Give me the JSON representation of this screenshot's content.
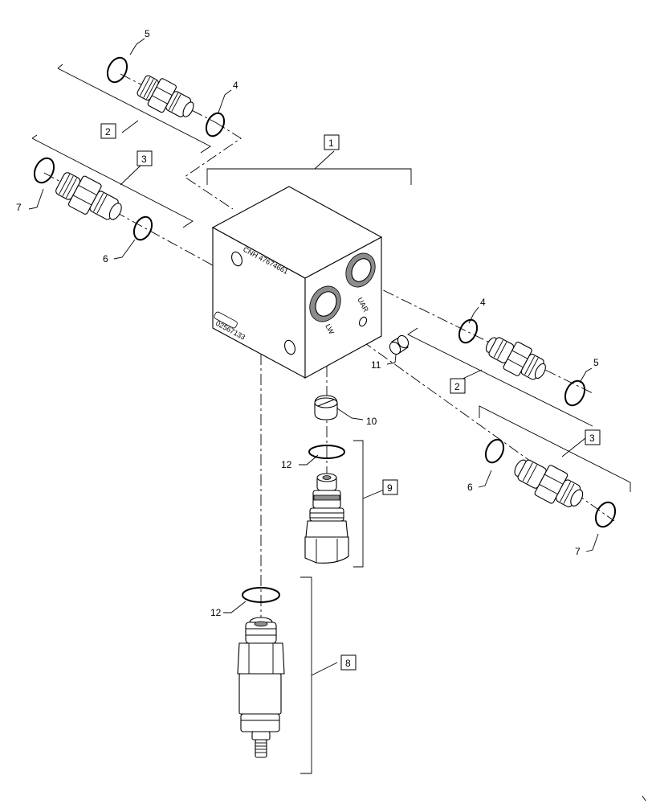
{
  "callouts": {
    "c1": "1",
    "c2a": "2",
    "c2b": "2",
    "c3a": "3",
    "c3b": "3",
    "c4a": "4",
    "c4b": "4",
    "c5a": "5",
    "c5b": "5",
    "c6a": "6",
    "c6b": "6",
    "c7a": "7",
    "c7b": "7",
    "c8": "8",
    "c9": "9",
    "c10": "10",
    "c11": "11",
    "c12a": "12",
    "c12b": "12"
  },
  "block_markings": {
    "part_number": "CNH 47674661",
    "code": "02567133"
  }
}
